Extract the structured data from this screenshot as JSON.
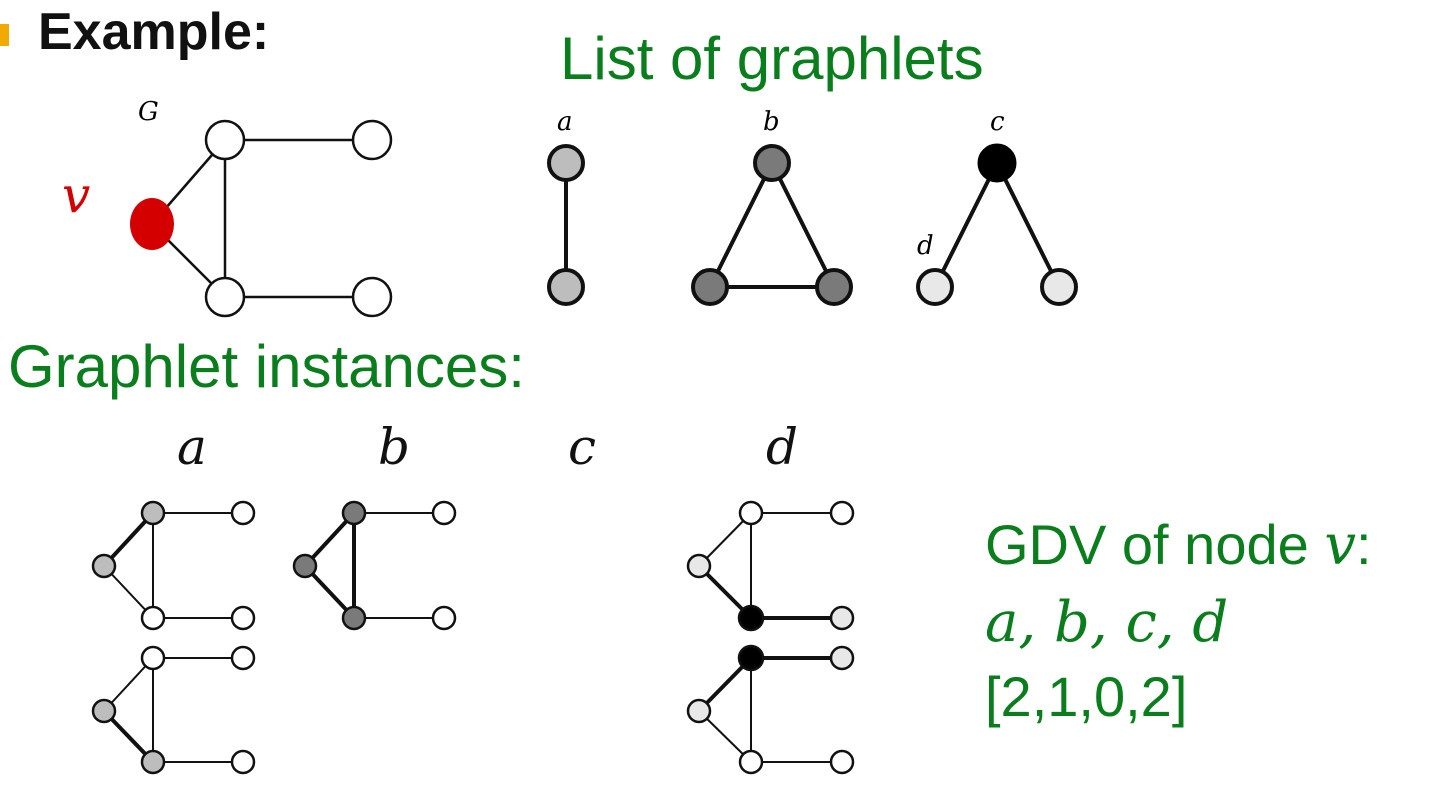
{
  "heading": "Example:",
  "graph_label": "G",
  "node_label": "v",
  "list_title": "List of graphlets",
  "graphlet_labels": [
    "a",
    "b",
    "c",
    "d"
  ],
  "instances_title": "Graphlet instances:",
  "column_labels": [
    "a",
    "b",
    "c",
    "d"
  ],
  "gdv": {
    "title_prefix": "GDV of node ",
    "title_var": "v",
    "title_suffix": ":",
    "orbits": "a, b, c, d",
    "vector": "[2,1,0,2]"
  },
  "colors": {
    "accent_green": "#0a7d1d",
    "focus_node_red": "#d40000",
    "orbit_a_gray": "#bdbdbd",
    "orbit_b_gray": "#7a7a7a",
    "orbit_c_black": "#000000",
    "orbit_d_light": "#e8e8e8"
  }
}
